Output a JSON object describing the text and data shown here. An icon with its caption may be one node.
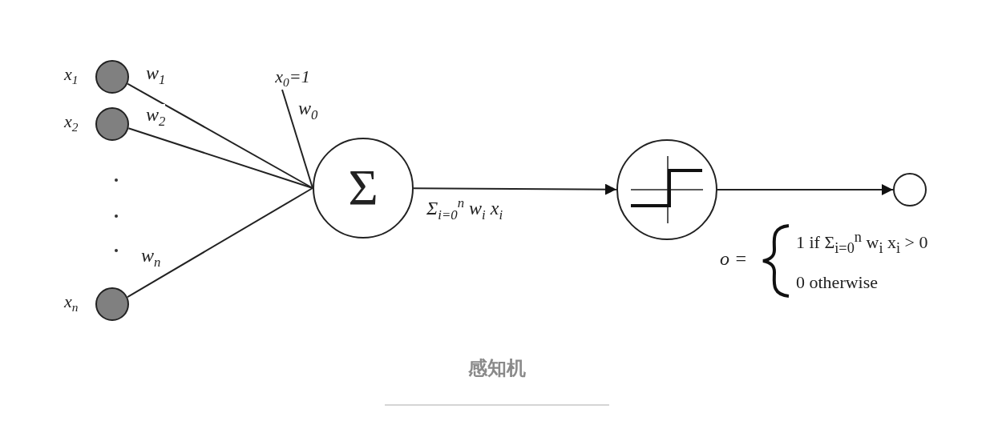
{
  "diagram": {
    "caption": "感知机",
    "nodes": [
      {
        "text": [],
        "shape": "circle",
        "beside": [
          "x$_{1}$"
        ]
      },
      {
        "text": [],
        "shape": "circle",
        "beside": [
          "x$_{2}$"
        ]
      },
      {
        "text": [],
        "shape": "circle",
        "beside": [
          "x$_{n}$"
        ]
      },
      {
        "text": [
          "x$_{0}$=1"
        ]
      },
      {
        "text": [
          "Σ"
        ]
      },
      {
        "text": [],
        "shape": "circle"
      },
      {
        "text": [],
        "shape": "circle"
      }
    ],
    "edges": [
      {
        "from": 0,
        "to": 4,
        "arrow": "none",
        "label": "w$_{1}$"
      },
      {
        "from": 1,
        "to": 4,
        "arrow": "none",
        "label": "w$_{2}$"
      },
      {
        "from": 2,
        "to": 4,
        "arrow": "none",
        "label": "w$_{n}$"
      },
      {
        "from": 3,
        "to": 4,
        "arrow": "none",
        "label": "w$_{0}$"
      },
      {
        "from": 4,
        "to": 5,
        "arrow": "to",
        "label": "Σ$_{i=0}$$^{n}$ w$_{i}$ x$_{i}$"
      },
      {
        "from": 5,
        "to": 6,
        "arrow": "to"
      }
    ],
    "labels": [
      "o =",
      "1 if Σ$_{i=0}$$^{n}$ w$_{i}$ x$_{i}$ > 0",
      "0 otherwise"
    ]
  }
}
